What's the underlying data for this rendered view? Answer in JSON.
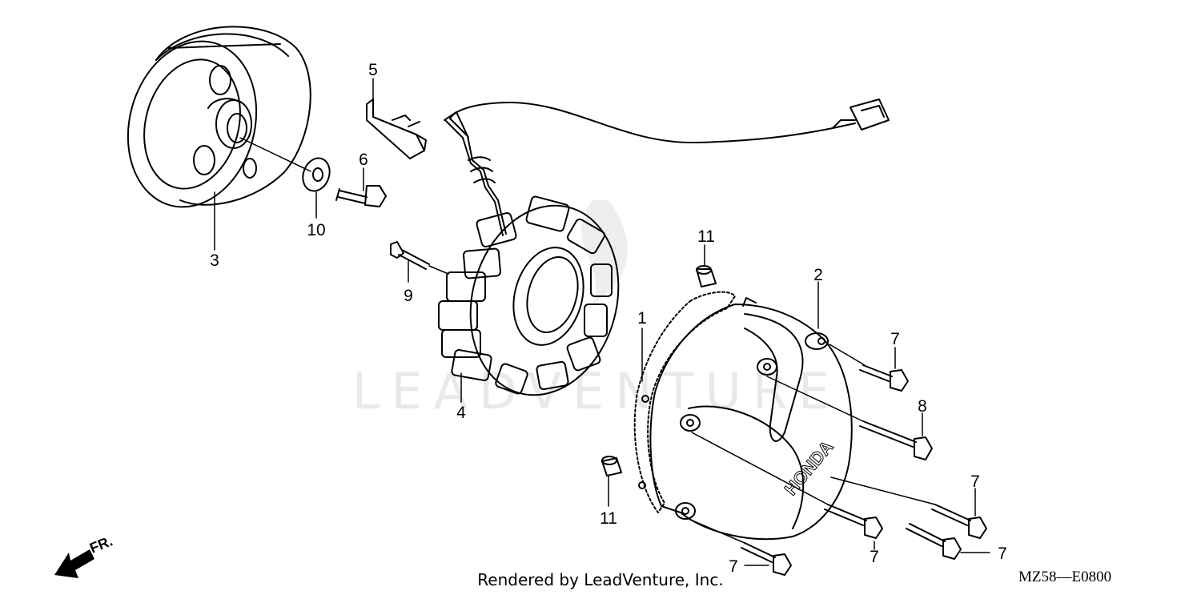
{
  "diagram": {
    "watermark_text": "LEADVENTURE",
    "direction_indicator": "FR.",
    "footer_credit": "Rendered by LeadVenture, Inc.",
    "diagram_code": "MZ58—E0800",
    "callouts": {
      "c1": "1",
      "c2": "2",
      "c3": "3",
      "c4": "4",
      "c5": "5",
      "c6": "6",
      "c7a": "7",
      "c7b": "7",
      "c7c": "7",
      "c7d": "7",
      "c7e": "7",
      "c8": "8",
      "c9": "9",
      "c10": "10",
      "c11a": "11",
      "c11b": "11"
    }
  }
}
